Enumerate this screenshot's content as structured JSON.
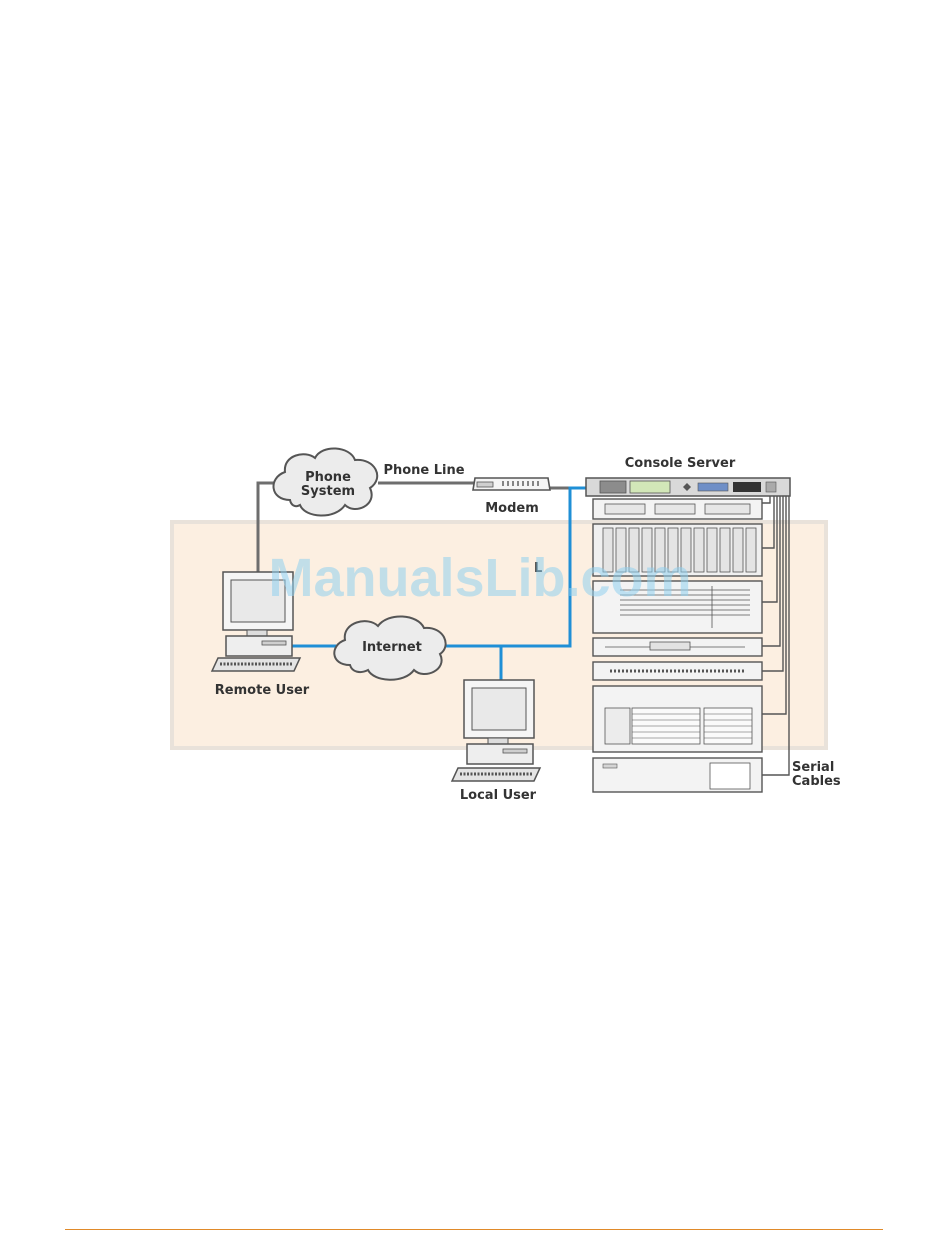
{
  "diagram": {
    "labels": {
      "phone_system_line1": "Phone",
      "phone_system_line2": "System",
      "phone_line": "Phone Line",
      "modem": "Modem",
      "console_server": "Console Server",
      "internet": "Internet",
      "remote_user": "Remote User",
      "local_user": "Local User",
      "lan_partial": "L",
      "serial_cables_line1": "Serial",
      "serial_cables_line2": "Cables"
    },
    "watermark": "ManualsLib.com",
    "colors": {
      "lan_zone_fill": "#fcefe1",
      "lan_zone_border": "#e9e2da",
      "network_cable": "#1f8fd6",
      "phone_cable": "#6e6e6e",
      "device_outline": "#555555",
      "cloud_fill": "#ececec",
      "footer_rule": "#e08a2a"
    },
    "icons": [
      "cloud-icon",
      "modem-icon",
      "console-server-icon",
      "server-rack-icon",
      "computer-icon"
    ]
  }
}
